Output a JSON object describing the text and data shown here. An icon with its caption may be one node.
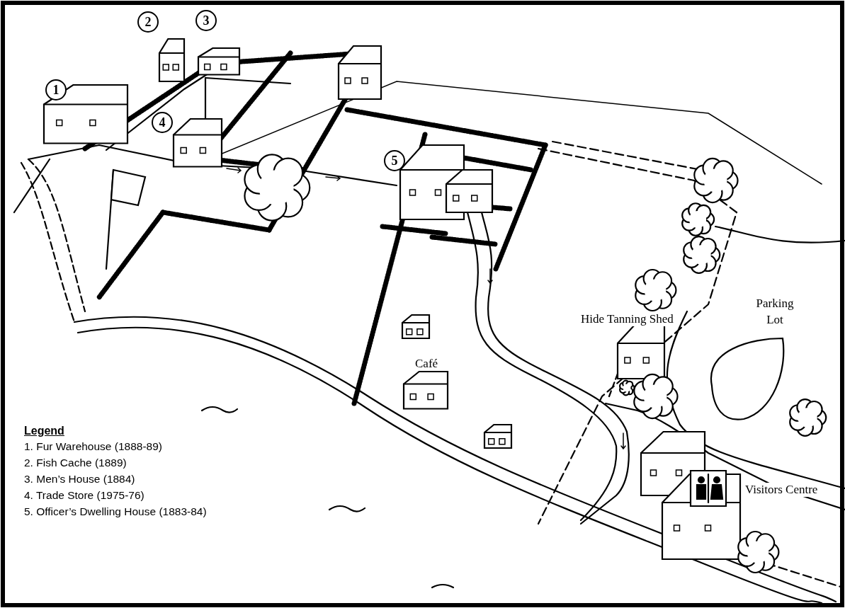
{
  "diagram": {
    "labels": [
      "3",
      "2",
      "1",
      "4",
      "5",
      "Parking Lot",
      "Hide Tanning Shed",
      "Café",
      "Legend",
      "Visitors Centre"
    ],
    "legend": [
      {
        "text": "1. Fur Warehouse (1888-89)"
      },
      {
        "text": "2. Fish Cache (1889)"
      },
      {
        "text": "3. Men’s House (1884)"
      },
      {
        "text": "4. Trade Store (1975-76)"
      },
      {
        "text": "5. Officer’s Dwelling House (1883-84)"
      }
    ]
  }
}
